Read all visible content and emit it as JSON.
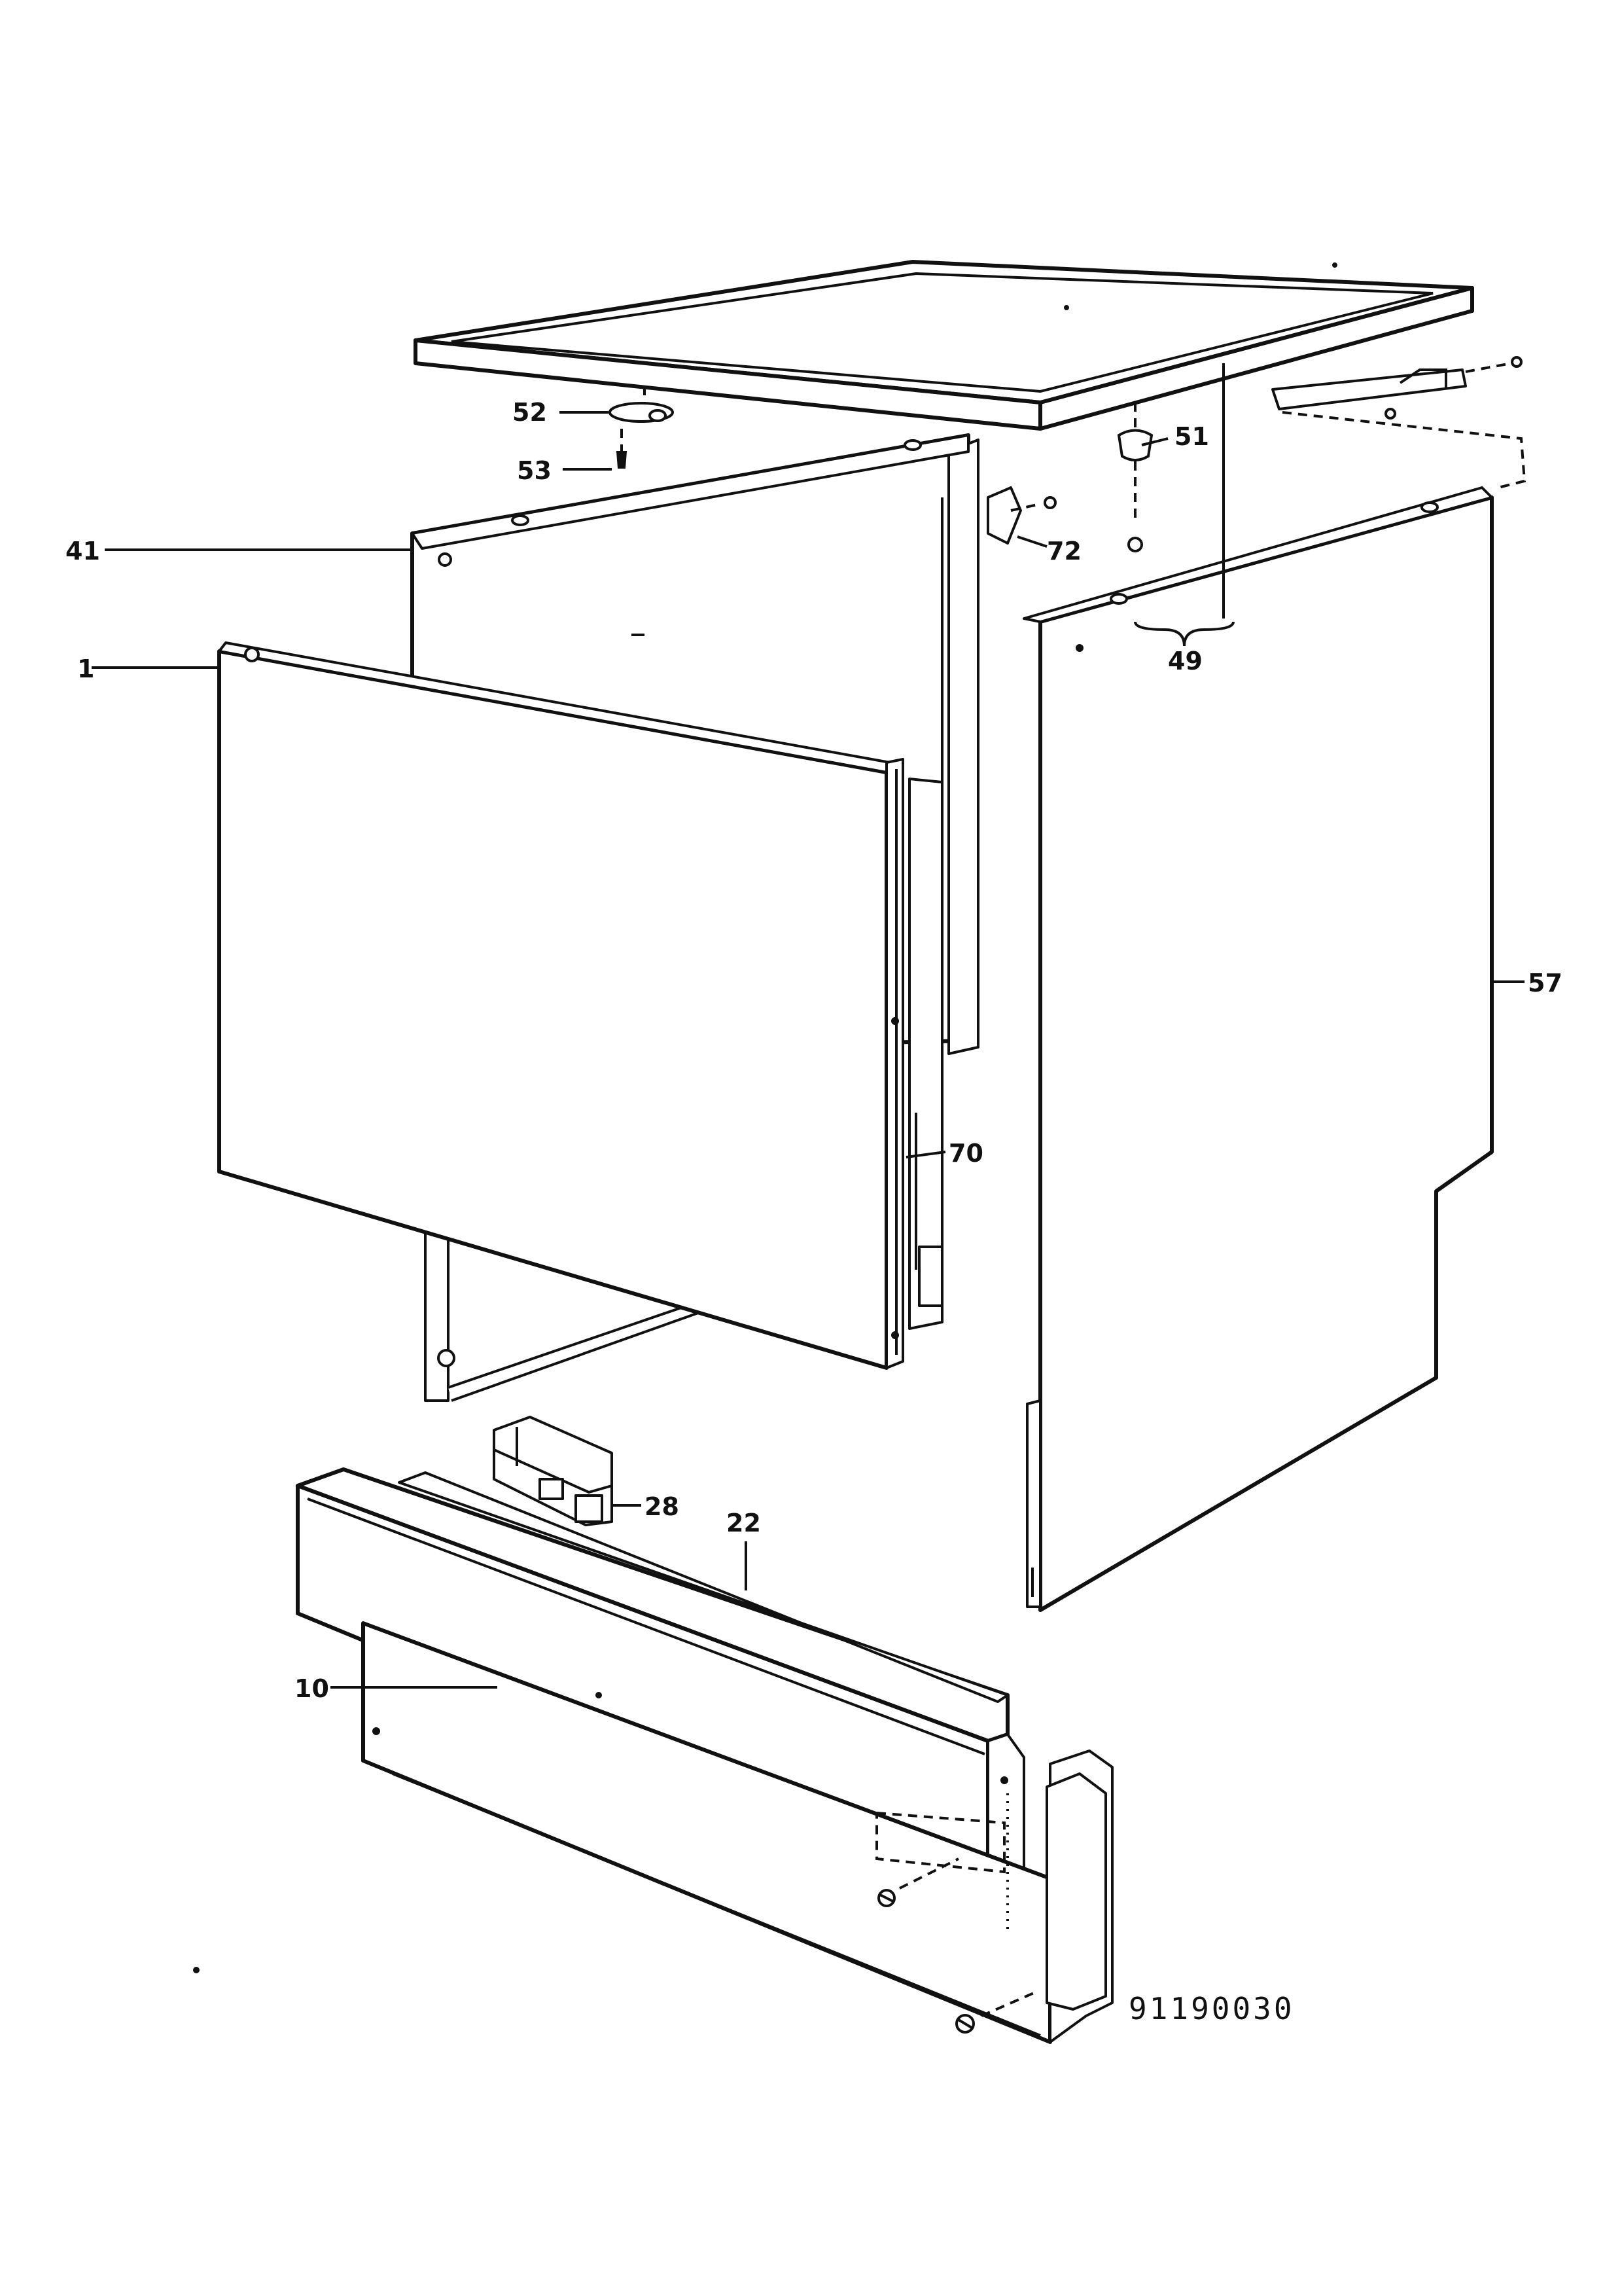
{
  "labels": {
    "p1": "1",
    "p10": "10",
    "p22": "22",
    "p28": "28",
    "p41": "41",
    "p49": "49",
    "p51": "51",
    "p52": "52",
    "p53": "53",
    "p57": "57",
    "p70": "70",
    "p72": "72"
  },
  "document_number": "91190030",
  "colors": {
    "ink": "#111111",
    "paper": "#ffffff"
  }
}
